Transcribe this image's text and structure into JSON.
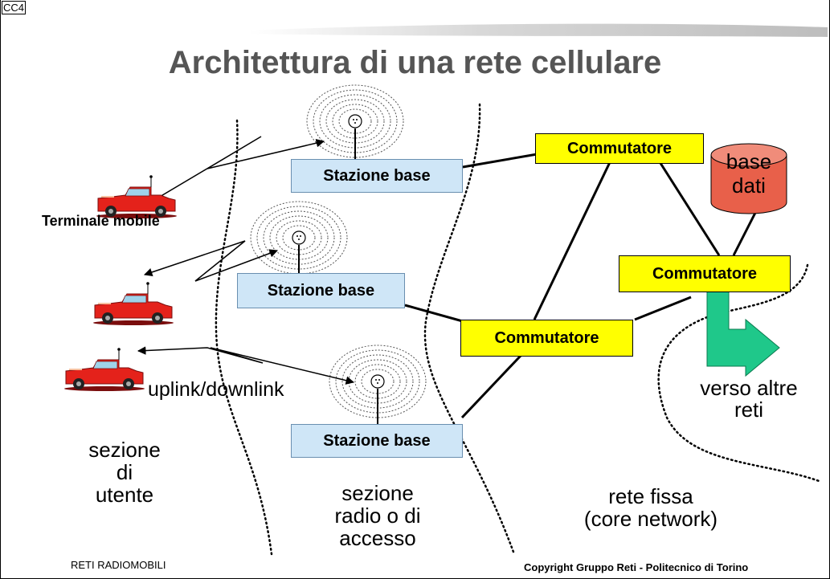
{
  "slide": {
    "tag": "CC4",
    "title": "Architettura di una rete cellulare",
    "footer_left": "RETI RADIOMOBILI",
    "footer_right": "Copyright Gruppo Reti - Politecnico di Torino"
  },
  "base_stations": [
    {
      "label": "Stazione base"
    },
    {
      "label": "Stazione base"
    },
    {
      "label": "Stazione base"
    }
  ],
  "switches": [
    {
      "label": "Commutatore"
    },
    {
      "label": "Commutatore"
    },
    {
      "label": "Commutatore"
    }
  ],
  "database": {
    "line1": "base",
    "line2": "dati"
  },
  "labels": {
    "terminal": "Terminale mobile",
    "link": "uplink/downlink",
    "other_nets_1": "verso altre",
    "other_nets_2": "reti"
  },
  "sections": {
    "user": [
      "sezione",
      "di",
      "utente"
    ],
    "radio": [
      "sezione",
      "radio o di",
      "accesso"
    ],
    "core": [
      "rete fissa",
      "(core network)"
    ]
  },
  "colors": {
    "switch": "#ffff00",
    "base_station": "#cfe6f7",
    "database": "#e8604a",
    "arrow": "#1fc88a",
    "title": "#555555",
    "vehicle": "#e4221b"
  }
}
